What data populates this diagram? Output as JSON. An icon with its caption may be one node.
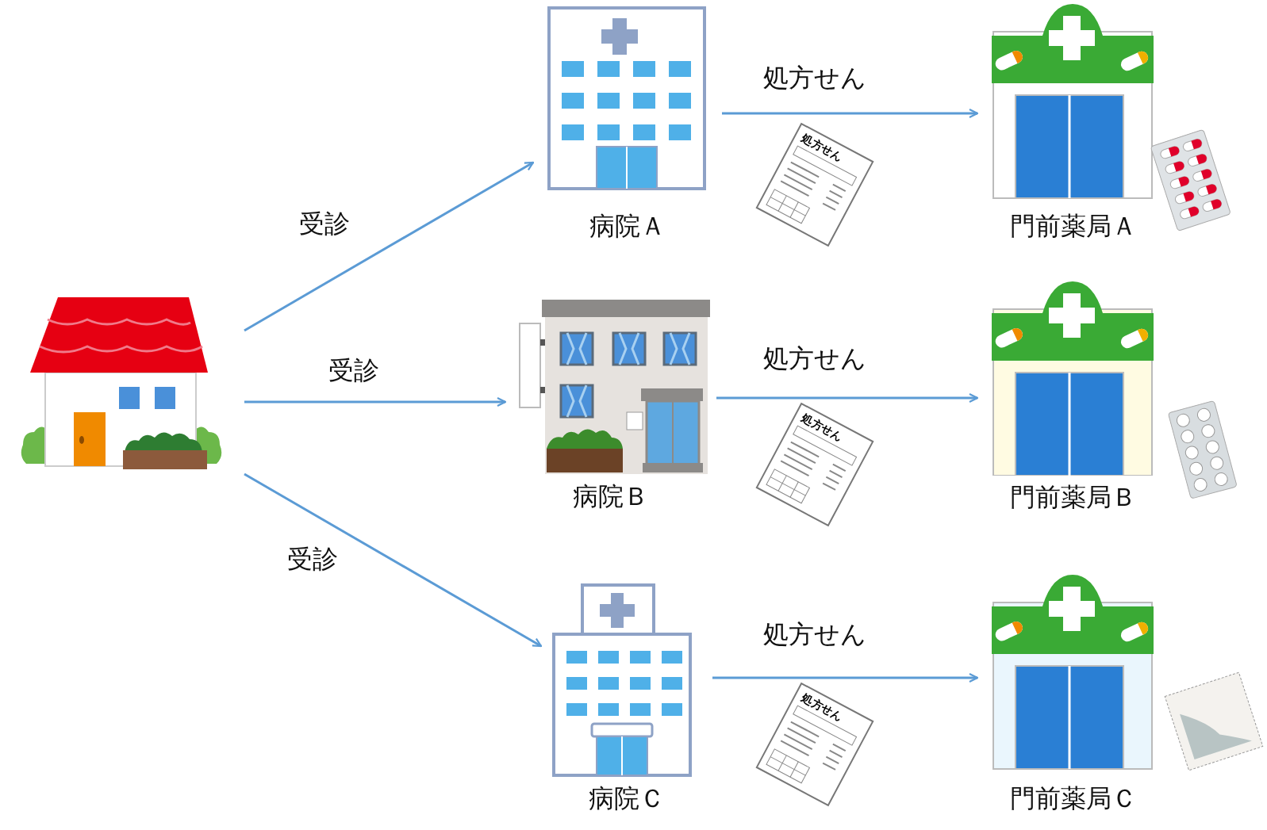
{
  "diagram": {
    "nodes": [
      {
        "text": [],
        "shape": "picture"
      },
      {
        "text": [
          "病院Ａ"
        ]
      },
      {
        "text": [
          "門前薬局Ａ"
        ]
      },
      {
        "text": [
          "病院Ｂ"
        ]
      },
      {
        "text": [
          "門前薬局Ｂ"
        ]
      },
      {
        "text": [
          "病院Ｃ"
        ]
      },
      {
        "text": [
          "門前薬局Ｃ"
        ]
      }
    ],
    "edges": [
      {
        "from": 0,
        "to": 1,
        "arrow": "to",
        "label": "受診"
      },
      {
        "from": 0,
        "to": 3,
        "arrow": "to",
        "label": "受診"
      },
      {
        "from": 0,
        "to": 5,
        "arrow": "to",
        "label": "受診"
      },
      {
        "from": 1,
        "to": 2,
        "arrow": "to",
        "label": "処方せん"
      },
      {
        "from": 3,
        "to": 4,
        "arrow": "to",
        "label": "処方せん"
      },
      {
        "from": 5,
        "to": 6,
        "arrow": "to",
        "label": "処方せん"
      }
    ],
    "labels": [
      "処方せん",
      "処方せん",
      "処方せん"
    ]
  }
}
